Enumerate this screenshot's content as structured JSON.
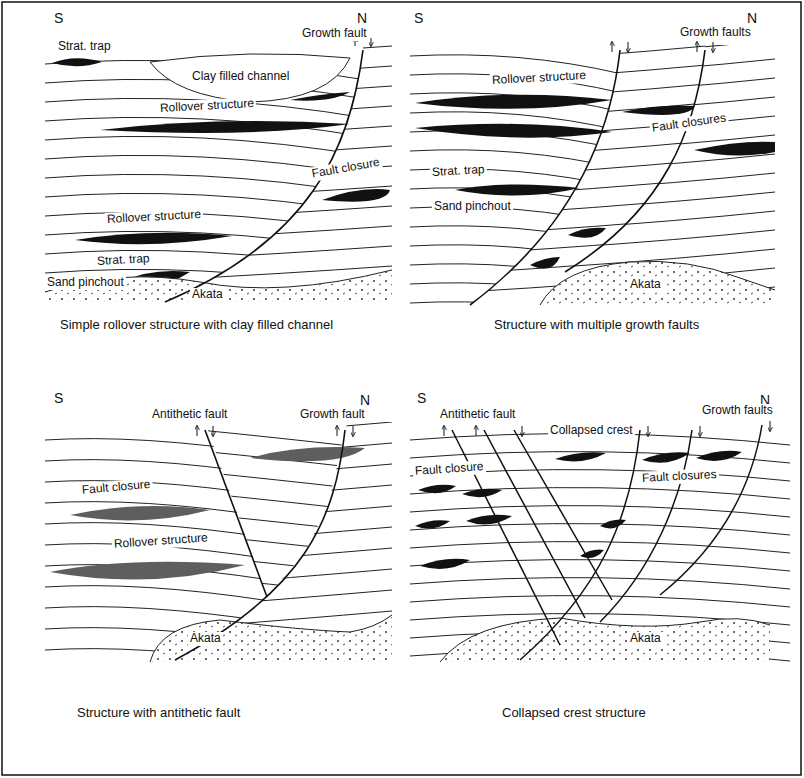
{
  "diagram": {
    "labels": [
      "S",
      "N",
      "Growth fault",
      "Strat. trap",
      "Clay filled channel",
      "Rollover structure",
      "Fault closure",
      "Rollover structure",
      "Strat. trap",
      "Sand pinchout",
      "Akata",
      "Simple rollover structure with clay filled channel",
      "S",
      "N",
      "Growth faults",
      "Rollover structure",
      "Fault closures",
      "Strat. trap",
      "Sand pinchout",
      "Akata",
      "Structure with multiple growth faults",
      "S",
      "N",
      "Antithetic fault",
      "Growth fault",
      "Fault closure",
      "Rollover structure",
      "Akata",
      "Structure with antithetic fault",
      "S",
      "N",
      "Antithetic fault",
      "Collapsed crest",
      "Growth faults",
      "Fault closure",
      "Fault closures",
      "Akata",
      "Collapsed crest structure"
    ]
  }
}
